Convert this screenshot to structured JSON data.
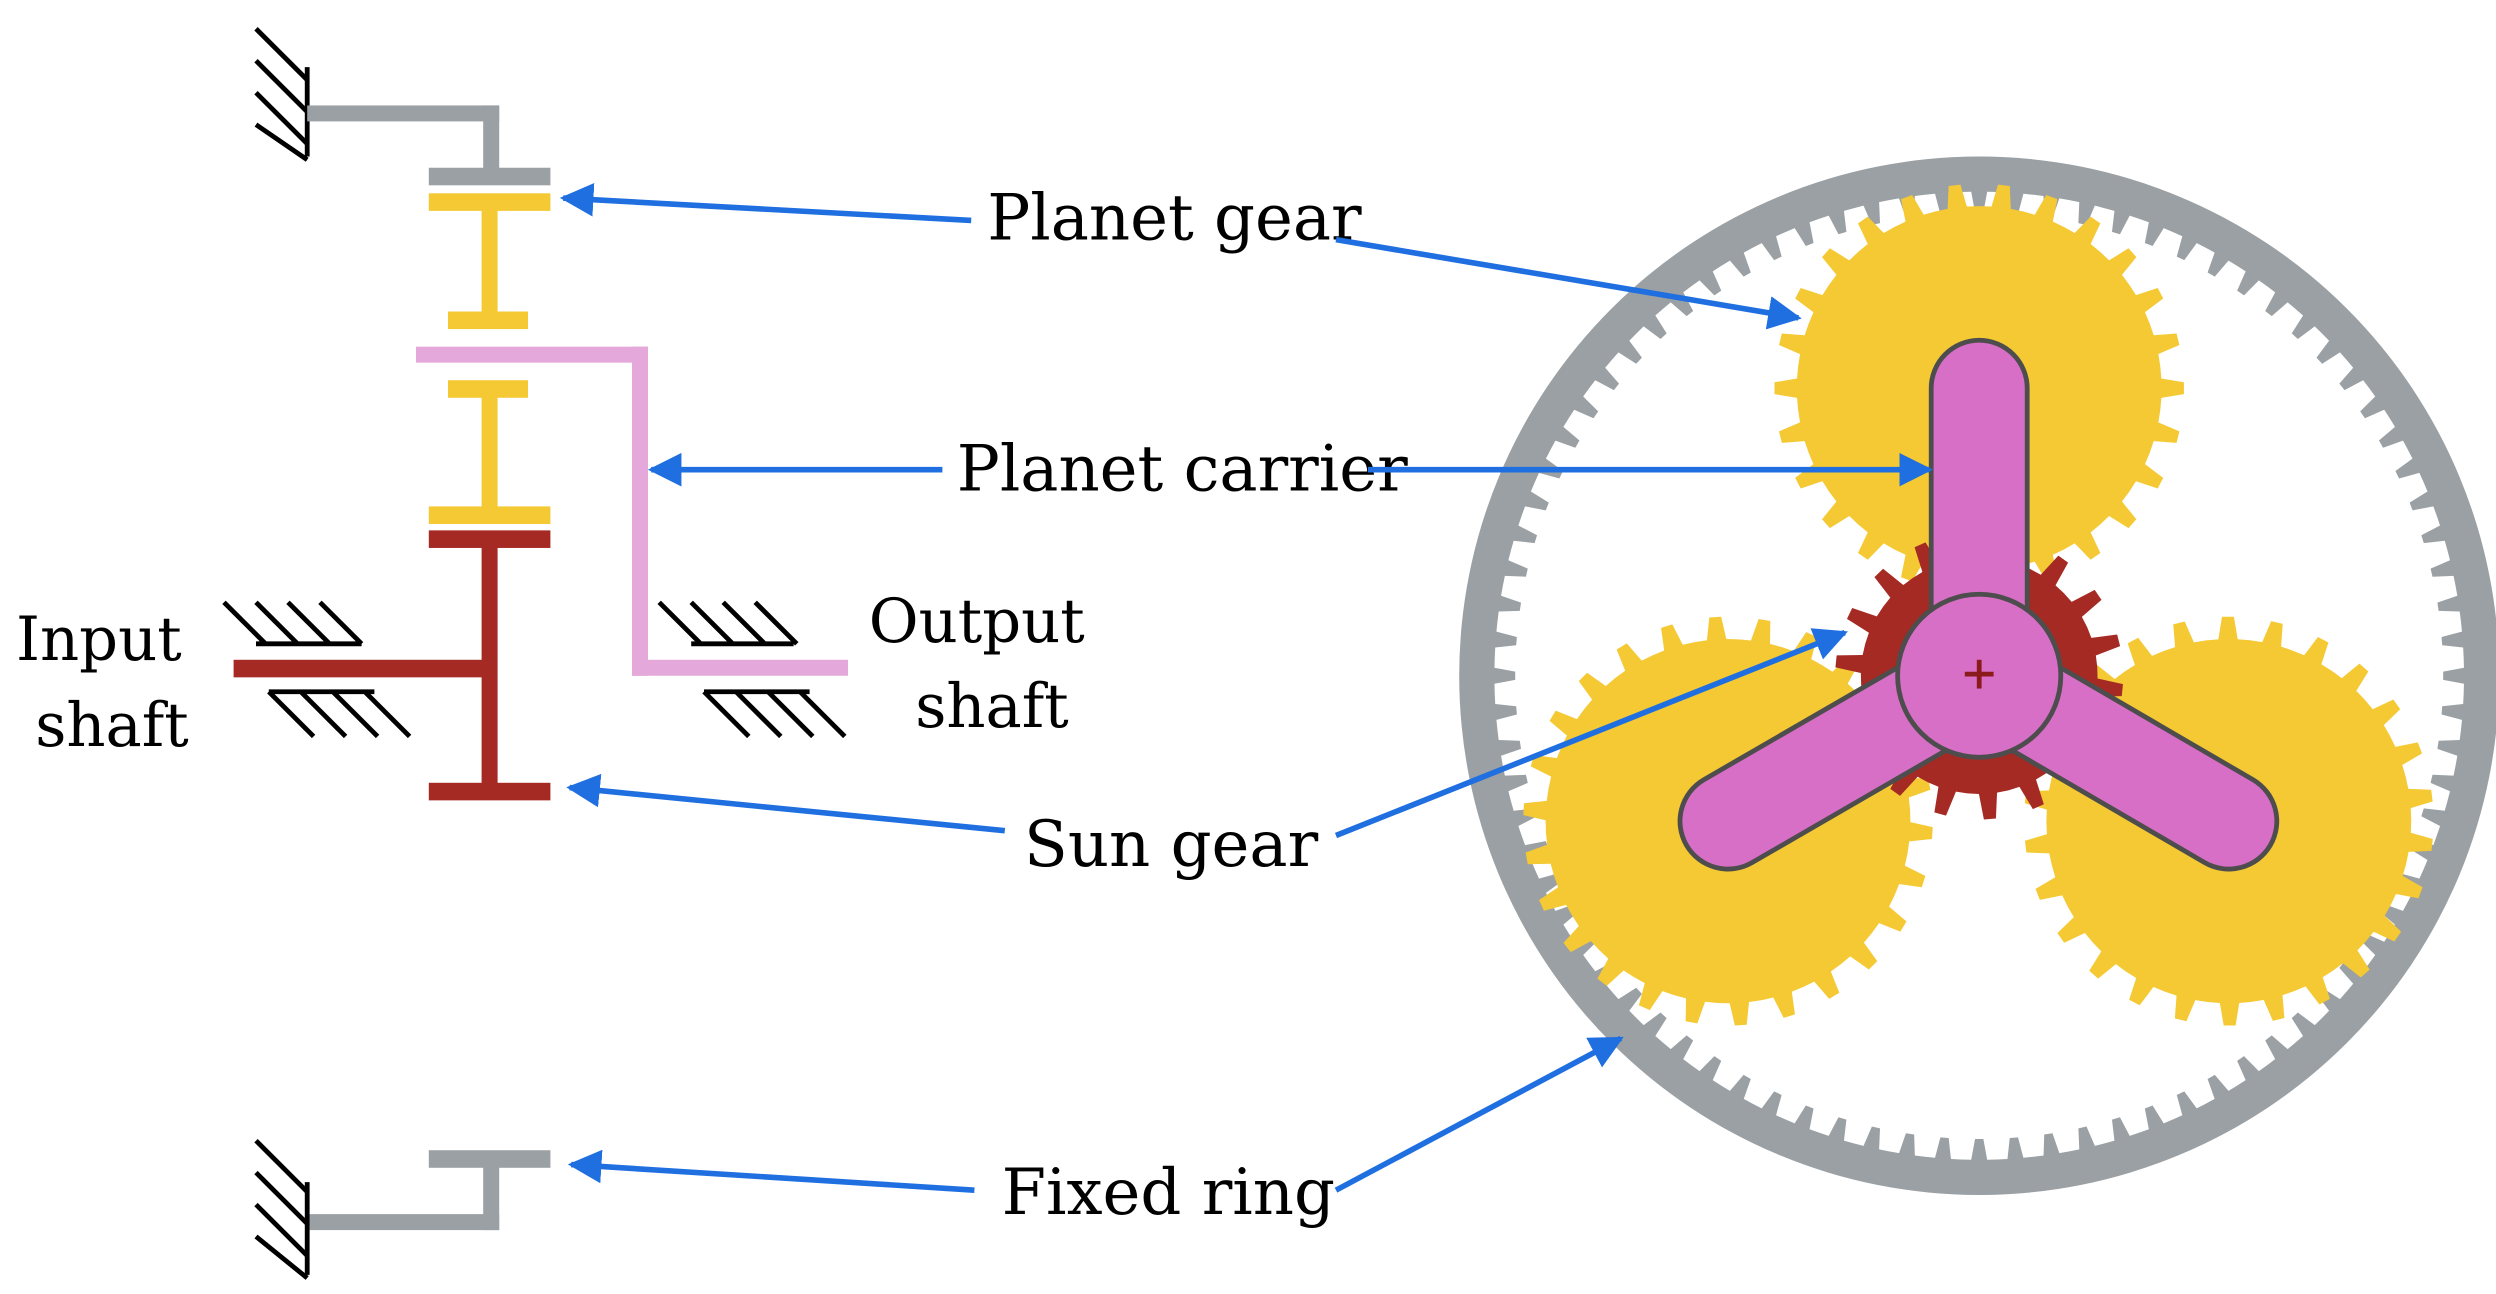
{
  "labels": {
    "planet_gear": "Planet gear",
    "planet_carrier": "Planet carrier",
    "sun_gear": "Sun gear",
    "fixed_ring": "Fixed ring",
    "input_shaft_line1": "Input",
    "input_shaft_line2": "shaft",
    "output_shaft_line1": "Output",
    "output_shaft_line2": "shaft"
  },
  "colors": {
    "ring": "#9aa0a3",
    "planet": "#f4c934",
    "sun": "#a52a24",
    "carrier": "#e4a8da",
    "carrier_front": "#d86fc6",
    "arrow": "#1f6fe0",
    "ground": "#000000"
  },
  "gears": {
    "ring_teeth": 84,
    "planet_teeth": 26,
    "sun_teeth": 18
  }
}
